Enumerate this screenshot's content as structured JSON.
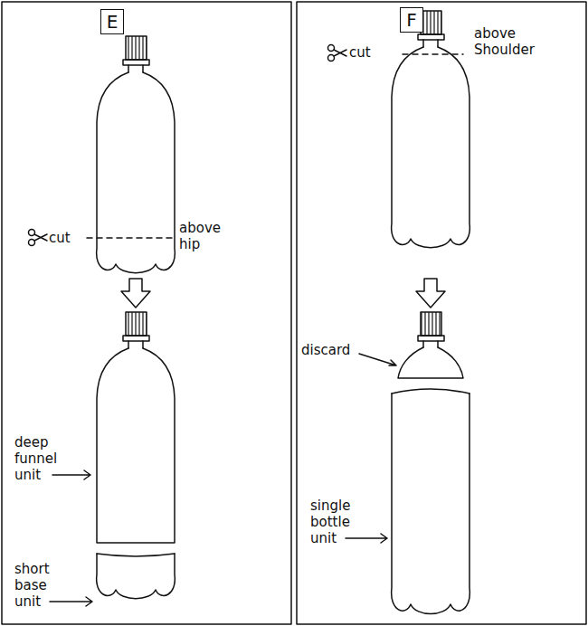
{
  "diagram": {
    "nodes": [
      {
        "text": [
          "E"
        ]
      },
      {
        "text": [
          "F"
        ]
      }
    ],
    "labels": [
      "cut",
      "above hip",
      "deep funnel unit",
      "short base unit",
      "cut",
      "above Shoulder",
      "discard",
      "single bottle unit"
    ]
  }
}
